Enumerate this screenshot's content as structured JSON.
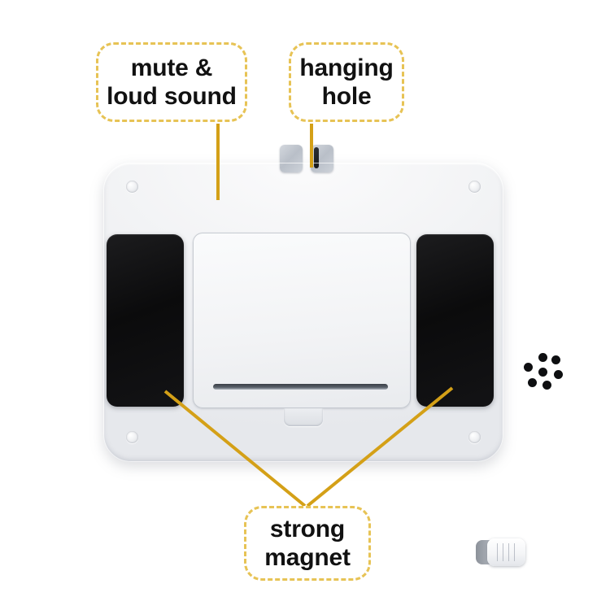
{
  "page": {
    "background_color": "#ffffff",
    "subject": "product back panel annotated diagram"
  },
  "colors": {
    "callout_border": "#e7c355",
    "leader_line": "#d4a017",
    "text": "#111111",
    "device_body": "#eef0f3",
    "magnet_pad": "#121214",
    "speaker_hole": "#0e0f11"
  },
  "callouts": [
    {
      "id": "mute-loud-sound",
      "line1": "mute &",
      "line2": "loud sound",
      "points_to": "volume-switch"
    },
    {
      "id": "hanging-hole",
      "line1": "hanging",
      "line2": "hole",
      "points_to": "hanging-slot"
    },
    {
      "id": "strong-magnet",
      "line1": "strong",
      "line2": "magnet",
      "points_to": "magnet-pads"
    }
  ],
  "device": {
    "switch": {
      "loud_icon": "speaker-loud-icon",
      "mute_icon": "speaker-mute-icon",
      "position": "mute"
    },
    "speaker_grille": {
      "hole_count": 7,
      "pattern": "hexagonal-flower"
    },
    "magnets": [
      {
        "id": "magnet-left",
        "side": "left"
      },
      {
        "id": "magnet-right",
        "side": "right"
      }
    ],
    "hanging_tabs": 2,
    "screws": 4,
    "battery_cover": {
      "has_groove": true,
      "has_release_tab": true
    }
  }
}
